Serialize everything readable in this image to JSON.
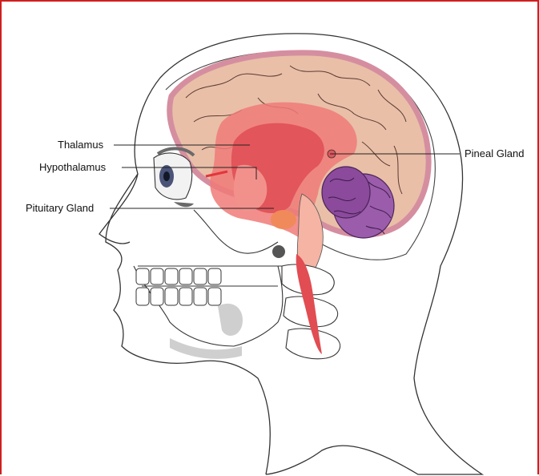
{
  "labels": {
    "thalamus": "Thalamus",
    "hypothalamus": "Hypothalamus",
    "pituitary": "Pituitary Gland",
    "pineal": "Pineal Gland"
  },
  "colors": {
    "frame": "#d01f1f",
    "cortex": "#e9bfa8",
    "cortex_rim": "#d58ea0",
    "limbic": "#f07a78",
    "thalamus_core": "#e2555a",
    "cerebellum": "#8b4a9c",
    "pituitary": "#f08a5a",
    "spinal": "#e14d52",
    "skull_shade": "#cfcfcf"
  }
}
